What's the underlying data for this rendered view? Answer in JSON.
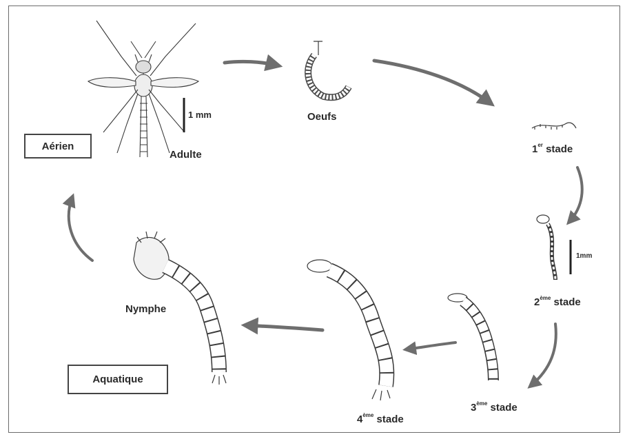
{
  "zones": {
    "aerial": "Aérien",
    "aquatic": "Aquatique"
  },
  "stages": {
    "adult": "Adulte",
    "eggs": "Oeufs",
    "larva1": {
      "num": "1",
      "sup": "er",
      "word": "stade"
    },
    "larva2": {
      "num": "2",
      "sup": "ème",
      "word": "stade"
    },
    "larva3": {
      "num": "3",
      "sup": "ème",
      "word": "stade"
    },
    "larva4": {
      "num": "4",
      "sup": "ème",
      "word": "stade"
    },
    "pupa": "Nymphe"
  },
  "scale_bars": {
    "adult": "1 mm",
    "larva": "1mm"
  },
  "colors": {
    "arrow": "#707070",
    "ink": "#3a3a3a",
    "frame": "#6a6a6a"
  }
}
